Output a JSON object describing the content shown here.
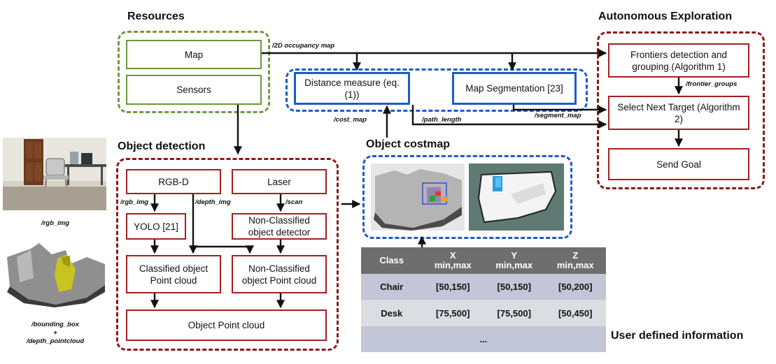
{
  "titles": {
    "resources": "Resources",
    "autonomous_exploration": "Autonomous Exploration",
    "object_detection": "Object detection",
    "object_costmap": "Object costmap",
    "user_defined_information": "User defined information"
  },
  "nodes": {
    "map": "Map",
    "sensors": "Sensors",
    "distance_measure": "Distance measure (eq. (1))",
    "map_segmentation": "Map Segmentation [23]",
    "frontiers_detection": "Frontiers detection and grouping (Algorithm 1)",
    "select_next_target": "Select Next Target (Algorithm 2)",
    "send_goal": "Send Goal",
    "rgbd": "RGB-D",
    "laser": "Laser",
    "yolo": "YOLO [21]",
    "non_classified_detector": "Non-Classified object detector",
    "classified_pointcloud": "Classified object Point cloud",
    "non_classified_pointcloud": "Non-Classified object Point cloud",
    "object_pointcloud": "Object Point cloud"
  },
  "edge_labels": {
    "occupancy_map": "/2D occupancy map",
    "frontier_groups": "/frontier_groups",
    "segment_map": "/segment_map",
    "cost_map": "/cost_map",
    "path_length": "/path_length",
    "rgb_img": "/rgb_img",
    "depth_img": "/depth_img",
    "scan": "/scan"
  },
  "captions": {
    "rgb_img": "/rgb_img",
    "bounding_box": "/bounding_box",
    "plus": "+",
    "depth_pointcloud": "/depth_pointcloud"
  },
  "table": {
    "header": {
      "class": "Class",
      "x": "X",
      "x_sub": "min,max",
      "y": "Y",
      "y_sub": "min,max",
      "z": "Z",
      "z_sub": "min,max"
    },
    "rows": [
      {
        "class": "Chair",
        "x": "[50,150]",
        "y": "[50,150]",
        "z": "[50,200]"
      },
      {
        "class": "Desk",
        "x": "[75,500]",
        "y": "[75,500]",
        "z": "[50,450]"
      }
    ],
    "ellipsis": "..."
  },
  "colors": {
    "green": "#6a9a3a",
    "red": "#a61f1f",
    "blue": "#1e5bc6",
    "table_header": "#6e6e6e",
    "table_row_dark": "#c3c6d7",
    "table_row_light": "#dcdde3"
  }
}
